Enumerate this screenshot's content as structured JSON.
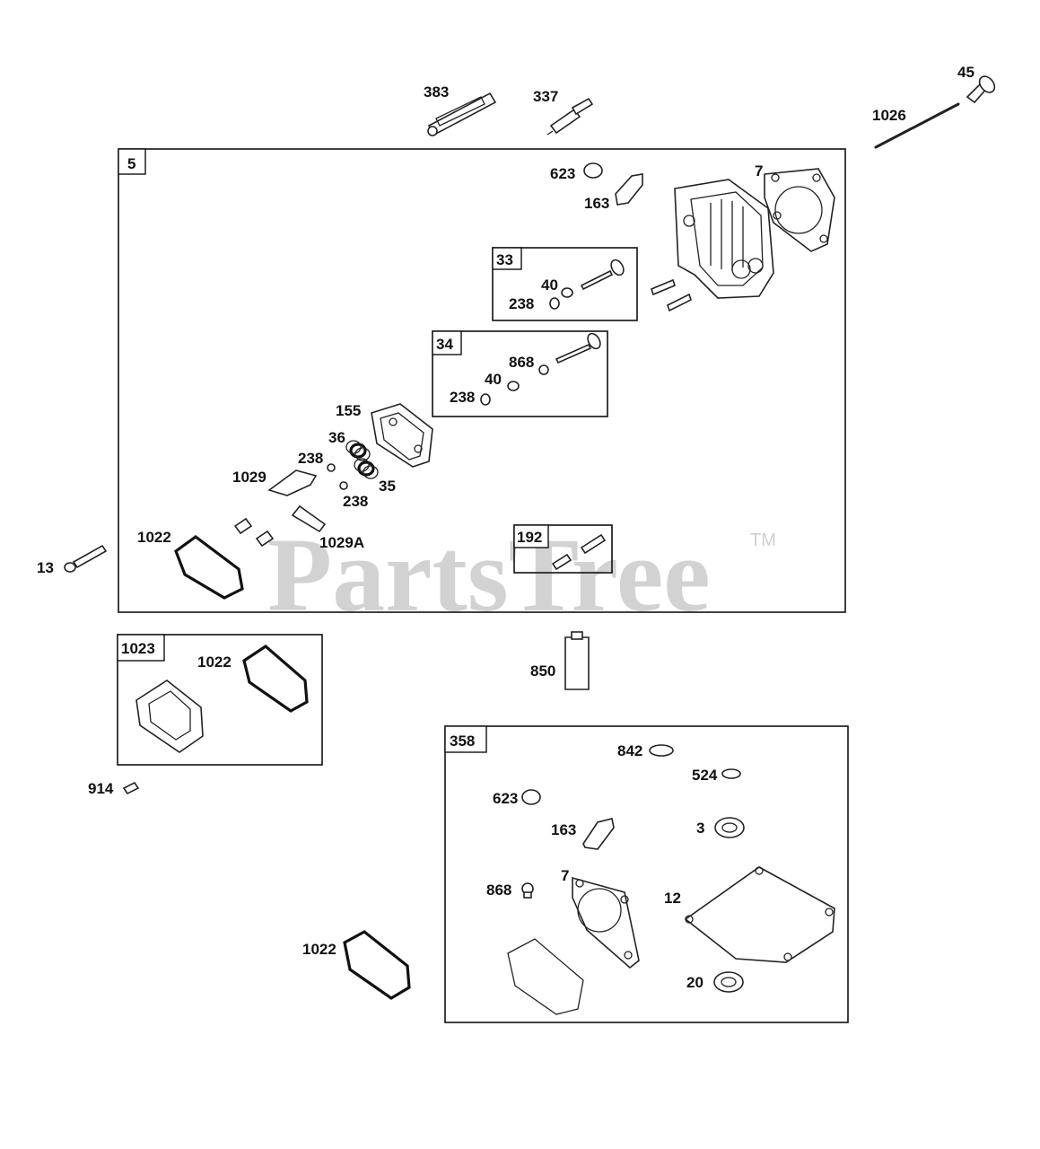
{
  "watermark": {
    "text": "PartsTree",
    "tm": "TM"
  },
  "box_tags": {
    "b5": "5",
    "b33": "33",
    "b34": "34",
    "b192": "192",
    "b1023": "1023",
    "b358": "358"
  },
  "callouts": {
    "c383": "383",
    "c337": "337",
    "c45": "45",
    "c1026": "1026",
    "c623a": "623",
    "c163a": "163",
    "c7a": "7",
    "c40a": "40",
    "c238a": "238",
    "c868a": "868",
    "c40b": "40",
    "c238b": "238",
    "c155": "155",
    "c36": "36",
    "c238c": "238",
    "c1029": "1029",
    "c35": "35",
    "c238d": "238",
    "c1029A": "1029A",
    "c1022a": "1022",
    "c13": "13",
    "c1022b": "1022",
    "c850": "850",
    "c914": "914",
    "c842": "842",
    "c524": "524",
    "c623b": "623",
    "c163b": "163",
    "c3": "3",
    "c868b": "868",
    "c7b": "7",
    "c12": "12",
    "c1022c": "1022",
    "c20": "20"
  }
}
